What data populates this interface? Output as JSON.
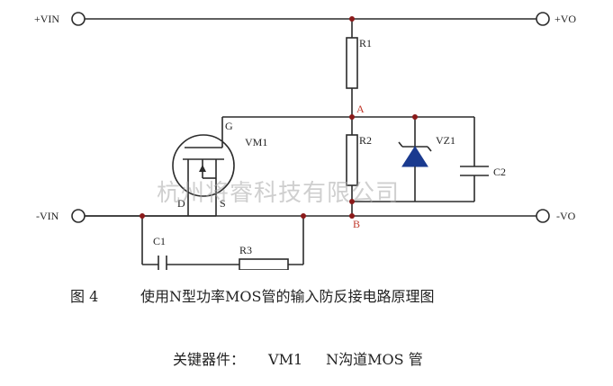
{
  "diagram": {
    "terminals": {
      "vin_pos": "+VIN",
      "vo_pos": "+VO",
      "vin_neg": "-VIN",
      "vo_neg": "-VO"
    },
    "components": {
      "r1": "R1",
      "r2": "R2",
      "r3": "R3",
      "c1": "C1",
      "c2": "C2",
      "vz1": "VZ1",
      "vm1": "VM1"
    },
    "pins": {
      "gate": "G",
      "drain": "D",
      "source": "S"
    },
    "nodes": {
      "a": "A",
      "b": "B"
    },
    "watermark": "杭州将睿科技有限公司"
  },
  "caption": {
    "figure_number": "图 4",
    "title": "使用N型功率MOS管的输入防反接电路原理图"
  },
  "key_components": {
    "label": "关键器件：",
    "part": "VM1",
    "type": "N沟道MOS 管"
  }
}
